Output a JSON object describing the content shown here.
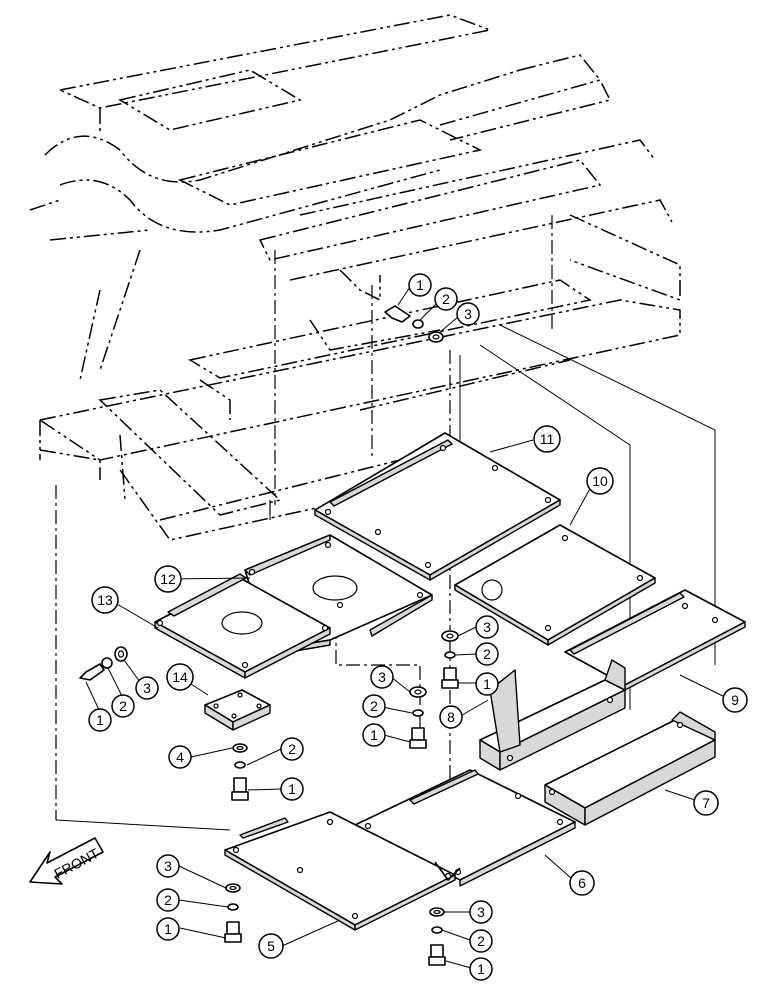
{
  "diagram": {
    "front_label": "FRONT",
    "callouts": [
      "1",
      "2",
      "3",
      "4",
      "5",
      "6",
      "7",
      "8",
      "9",
      "10",
      "11",
      "12",
      "13",
      "14"
    ]
  }
}
